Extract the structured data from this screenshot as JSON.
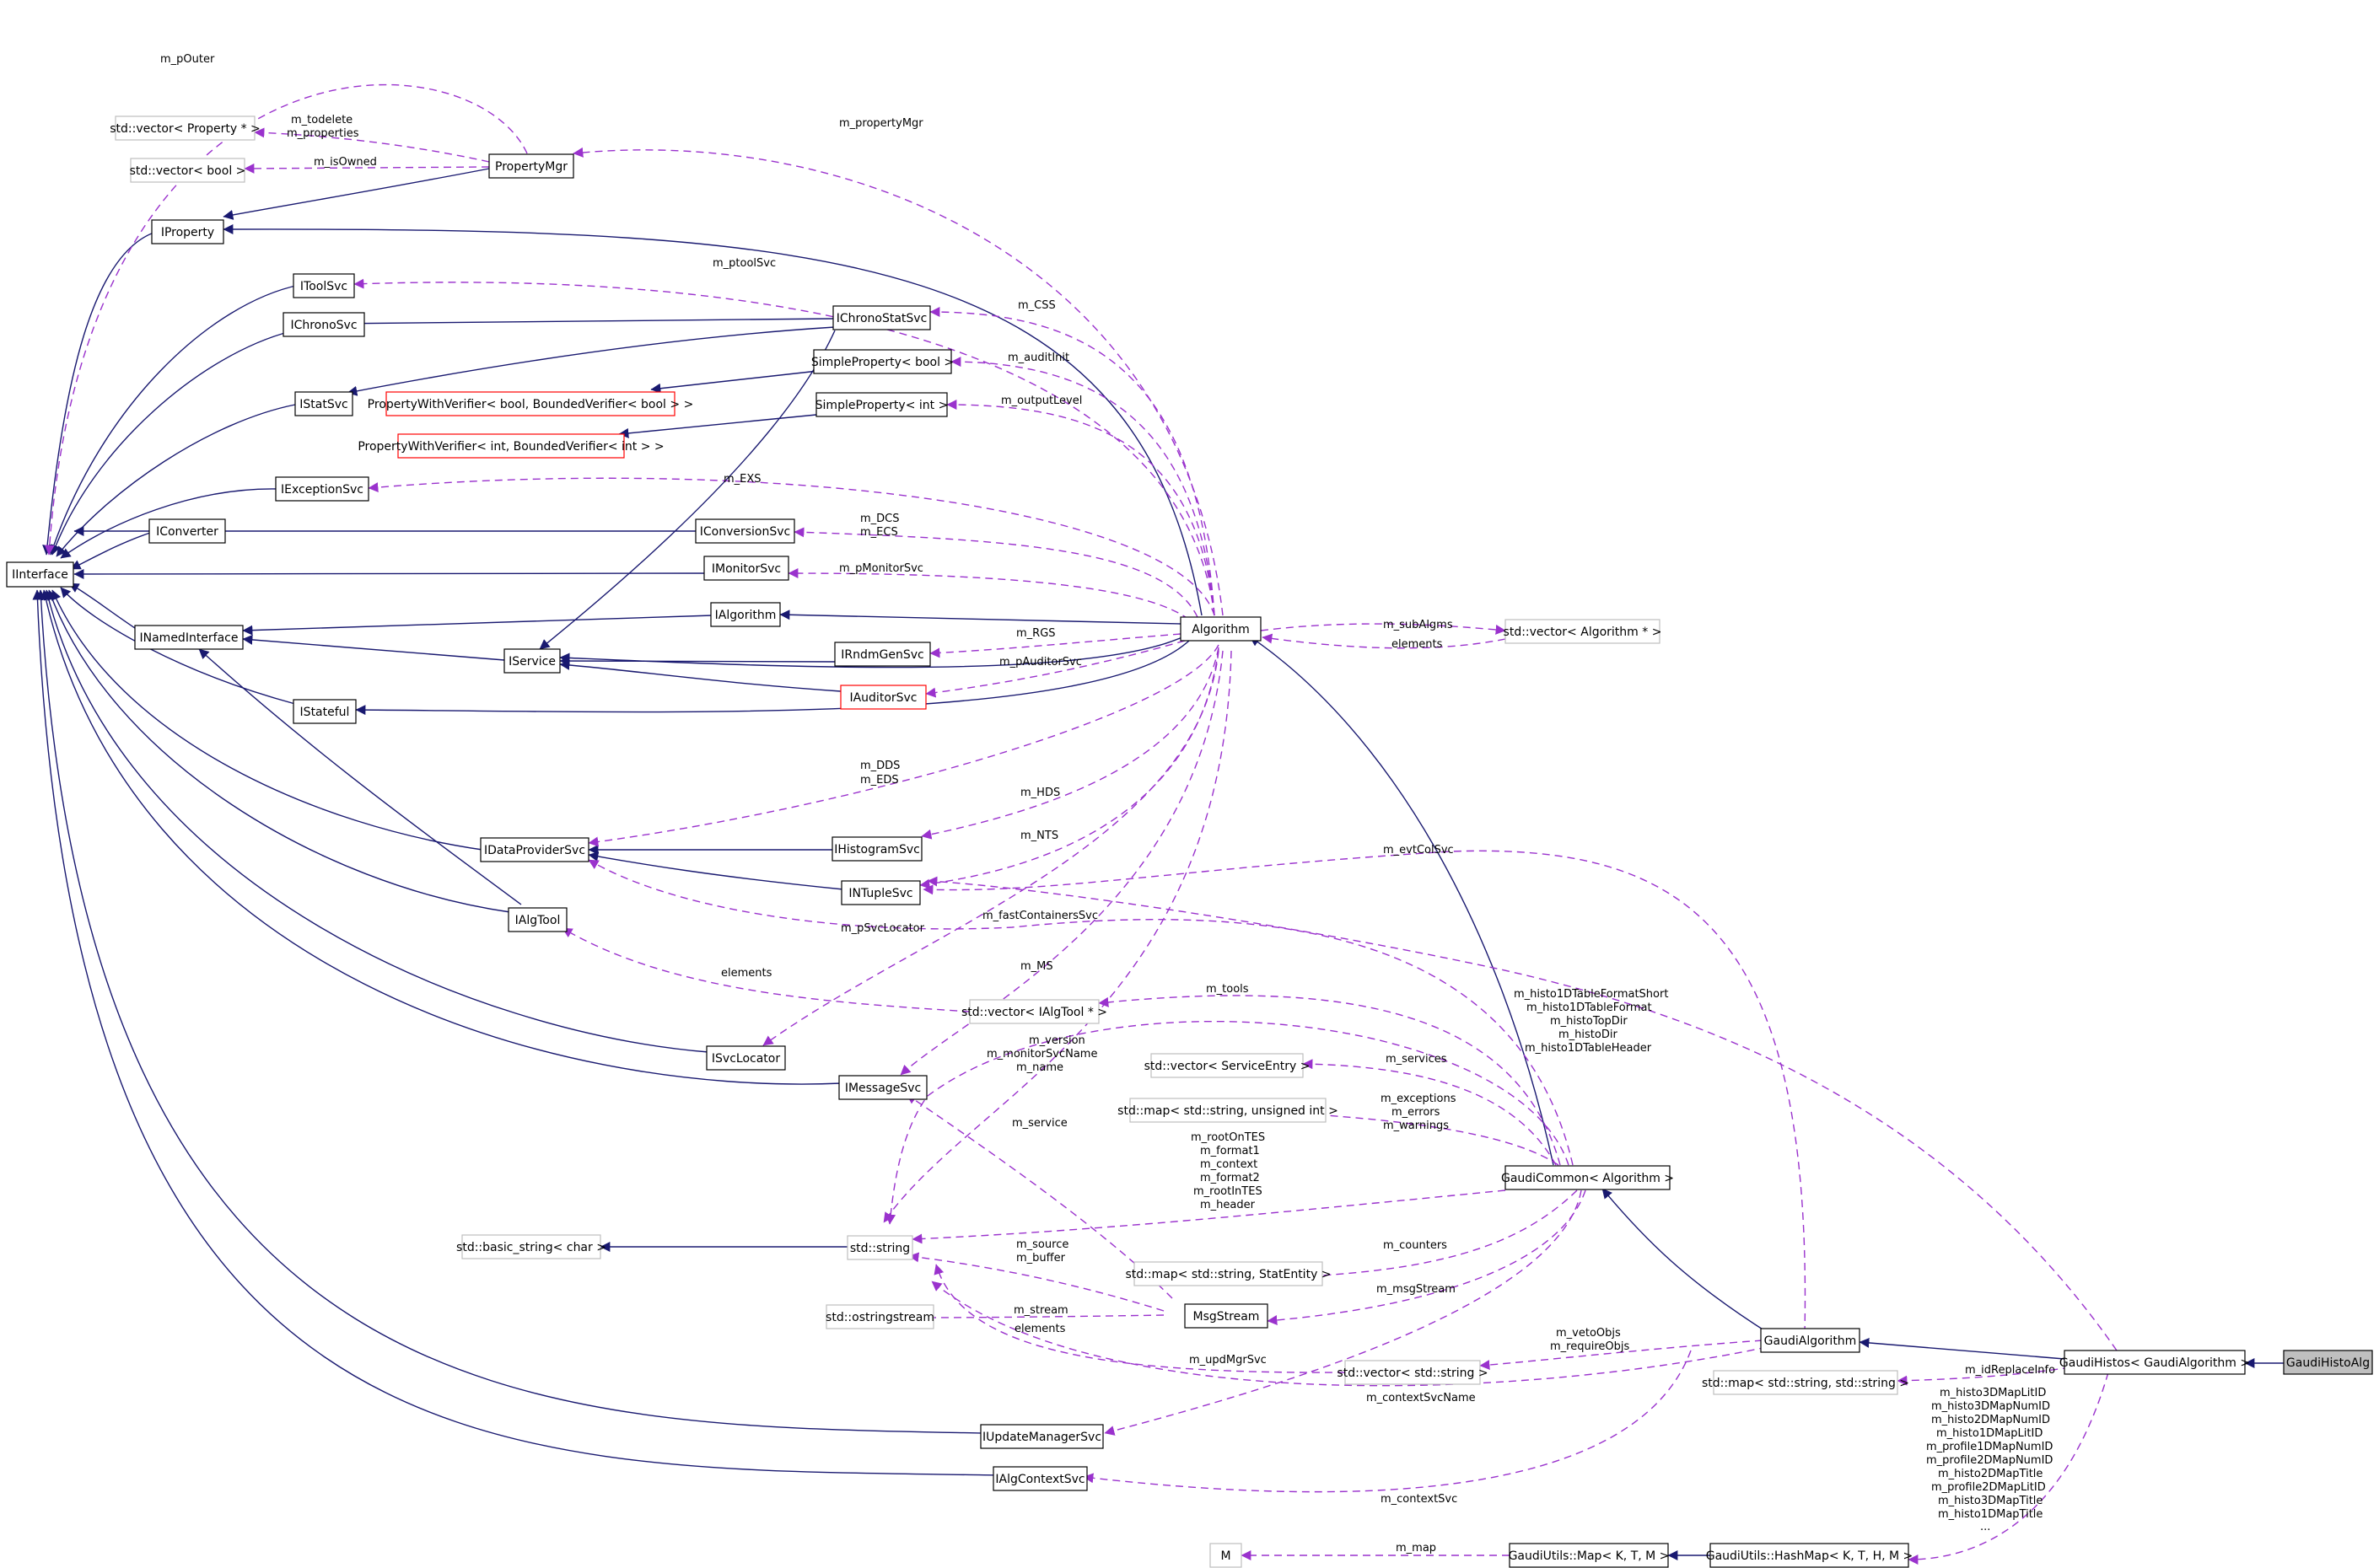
{
  "diagram": {
    "nodes": {
      "iinterface": "IInterface",
      "iproperty": "IProperty",
      "propertymgr": "PropertyMgr",
      "vec_property": "std::vector< Property * >",
      "vec_bool": "std::vector< bool >",
      "itoolsvc": "IToolSvc",
      "ichronosvc": "IChronoSvc",
      "istatsvc": "IStatSvc",
      "iexceptionsvc": "IExceptionSvc",
      "iconverter": "IConverter",
      "inamedinterface": "INamedInterface",
      "istateful": "IStateful",
      "idataprovidersvc": "IDataProviderSvc",
      "ialgtool": "IAlgTool",
      "ichronostatsvc": "IChronoStatSvc",
      "simpleprop_bool": "SimpleProperty< bool >",
      "simpleprop_int": "SimpleProperty< int >",
      "pwv_bool": "PropertyWithVerifier< bool, BoundedVerifier< bool > >",
      "pwv_int": "PropertyWithVerifier< int, BoundedVerifier< int > >",
      "iconversionsvc": "IConversionSvc",
      "imonitorsvc": "IMonitorSvc",
      "ialgorithm": "IAlgorithm",
      "iservice": "IService",
      "irndmgensvc": "IRndmGenSvc",
      "iauditorsvc": "IAuditorSvc",
      "ihistogramsvc": "IHistogramSvc",
      "intuplesvc": "INTupleSvc",
      "isvclocator": "ISvcLocator",
      "imessagesvc": "IMessageSvc",
      "algorithm": "Algorithm",
      "vec_algorithm": "std::vector< Algorithm * >",
      "vec_ialgtool": "std::vector< IAlgTool * >",
      "vec_serviceentry": "std::vector< ServiceEntry >",
      "map_string_uint": "std::map< std::string, unsigned int >",
      "std_basic_string": "std::basic_string< char >",
      "std_string": "std::string",
      "map_string_statentity": "std::map< std::string, StatEntity >",
      "std_ostringstream": "std::ostringstream",
      "msgstream": "MsgStream",
      "gaudicommon": "GaudiCommon< Algorithm >",
      "vec_string": "std::vector< std::string >",
      "gaudialgorithm": "GaudiAlgorithm",
      "gaudihistos": "GaudiHistos< GaudiAlgorithm >",
      "gaudihistoalg": "GaudiHistoAlg",
      "map_string_string": "std::map< std::string, std::string >",
      "iupdatemanagersvc": "IUpdateManagerSvc",
      "ialgcontextsvc": "IAlgContextSvc",
      "m": "M",
      "gaudiutils_map": "GaudiUtils::Map< K, T, M >",
      "gaudiutils_hashmap": "GaudiUtils::HashMap< K, T, H, M >"
    },
    "edge_labels": {
      "m_pouter": "m_pOuter",
      "m_todelete": "m_todelete",
      "m_properties": "m_properties",
      "m_isowned": "m_isOwned",
      "m_propertymgr": "m_propertyMgr",
      "m_ptoolsvc": "m_ptoolSvc",
      "m_css": "m_CSS",
      "m_auditinit": "m_auditInit",
      "m_outputlevel": "m_outputLevel",
      "m_exs": "m_EXS",
      "m_dcs": "m_DCS",
      "m_ecs": "m_ECS",
      "m_pmonitorsvc": "m_pMonitorSvc",
      "m_rgs": "m_RGS",
      "m_pauditorsvc": "m_pAuditorSvc",
      "m_subalgms": "m_subAlgms",
      "elements_alg": "elements",
      "m_dds": "m_DDS",
      "m_eds": "m_EDS",
      "m_hds": "m_HDS",
      "m_nts": "m_NTS",
      "m_evtcolsvc": "m_evtColSvc",
      "m_fastcontainerssvc": "m_fastContainersSvc",
      "m_psvclocator": "m_pSvcLocator",
      "elements_tool": "elements",
      "m_ms": "m_MS",
      "m_tools": "m_tools",
      "m_version": "m_version",
      "m_monitorsvcname": "m_monitorSvcName",
      "m_name": "m_name",
      "m_services": "m_services",
      "m_exceptions": "m_exceptions",
      "m_errors": "m_errors",
      "m_warnings": "m_warnings",
      "m_service": "m_service",
      "m_rootontes": "m_rootOnTES",
      "m_format1": "m_format1",
      "m_context": "m_context",
      "m_format2": "m_format2",
      "m_rootintes": "m_rootInTES",
      "m_header": "m_header",
      "m_histo1dtableformatshort": "m_histo1DTableFormatShort",
      "m_histo1dtableformat": "m_histo1DTableFormat",
      "m_histotopdir": "m_histoTopDir",
      "m_histodir": "m_histoDir",
      "m_histo1dtableheader": "m_histo1DTableHeader",
      "m_source": "m_source",
      "m_buffer": "m_buffer",
      "m_counters": "m_counters",
      "m_stream": "m_stream",
      "m_msgstream": "m_msgStream",
      "elements_str": "elements",
      "m_vetoobjs": "m_vetoObjs",
      "m_requireobjs": "m_requireObjs",
      "m_updmgrsvc": "m_updMgrSvc",
      "m_idreplaceinfo": "m_idReplaceInfo",
      "m_contextsvcname": "m_contextSvcName",
      "m_histo3dmaplitid": "m_histo3DMapLitID",
      "m_histo3dmapnumid": "m_histo3DMapNumID",
      "m_histo2dmapnumid": "m_histo2DMapNumID",
      "m_histo1dmaplitid": "m_histo1DMapLitID",
      "m_profile1dmapnumid": "m_profile1DMapNumID",
      "m_profile2dmapnumid": "m_profile2DMapNumID",
      "m_histo2dmaptitle": "m_histo2DMapTitle",
      "m_profile2dmaplitid": "m_profile2DMapLitID",
      "m_histo3dmaptitle": "m_histo3DMapTitle",
      "m_histo1dmaptitle": "m_histo1DMapTitle",
      "ellipsis": "...",
      "m_contextsvc": "m_contextSvc",
      "m_map": "m_map"
    }
  }
}
